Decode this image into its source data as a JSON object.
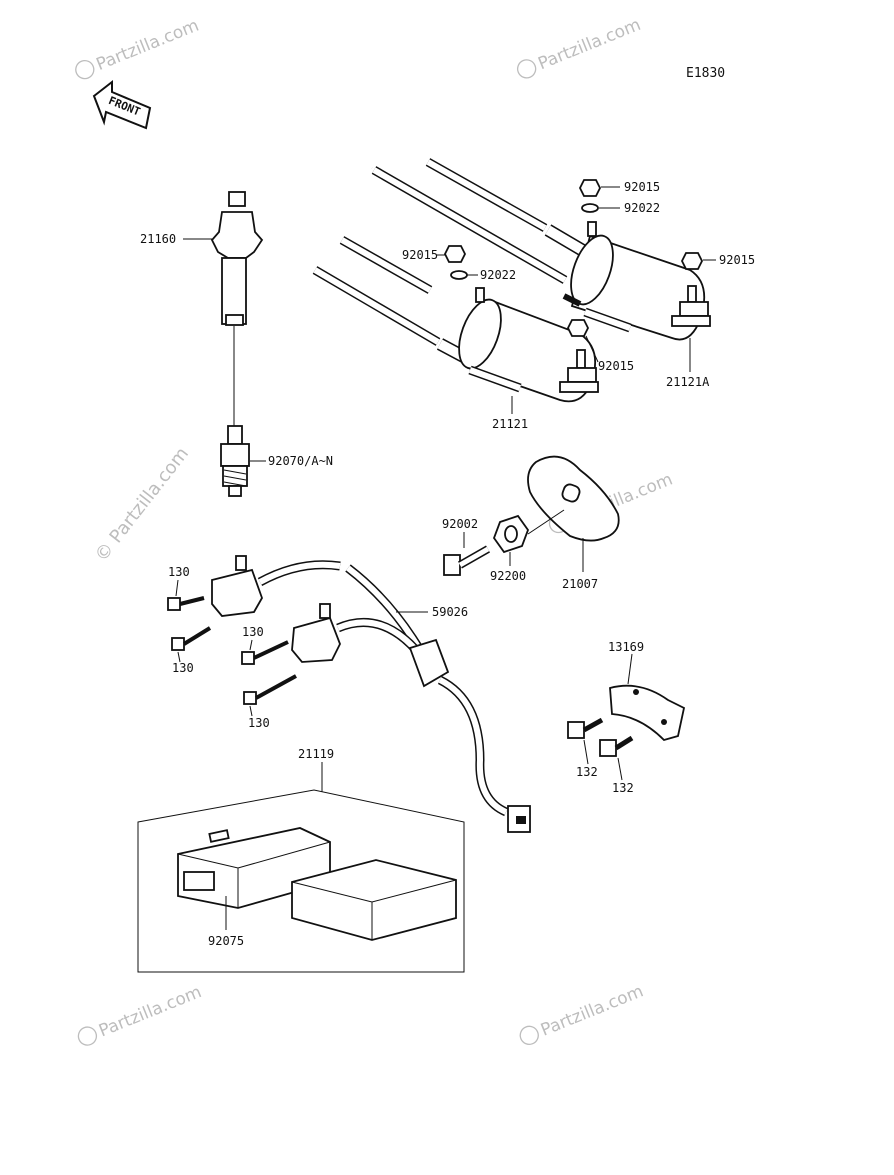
{
  "diagram": {
    "code": "E1830",
    "front_label": "FRONT",
    "watermark": "Partzilla.com",
    "copyright_watermark": "© Partzilla.com",
    "callouts": {
      "c21160": "21160",
      "c92015a": "92015",
      "c92022a": "92022",
      "c92015b": "92015",
      "c92015c": "92015",
      "c92022b": "92022",
      "c92015d": "92015",
      "c21121A": "21121A",
      "c21121": "21121",
      "c92070": "92070/A~N",
      "c92002": "92002",
      "c92200": "92200",
      "c21007": "21007",
      "c130a": "130",
      "c130b": "130",
      "c130c": "130",
      "c130d": "130",
      "c59026": "59026",
      "c13169": "13169",
      "c132a": "132",
      "c132b": "132",
      "c21119": "21119",
      "c92075": "92075"
    }
  }
}
